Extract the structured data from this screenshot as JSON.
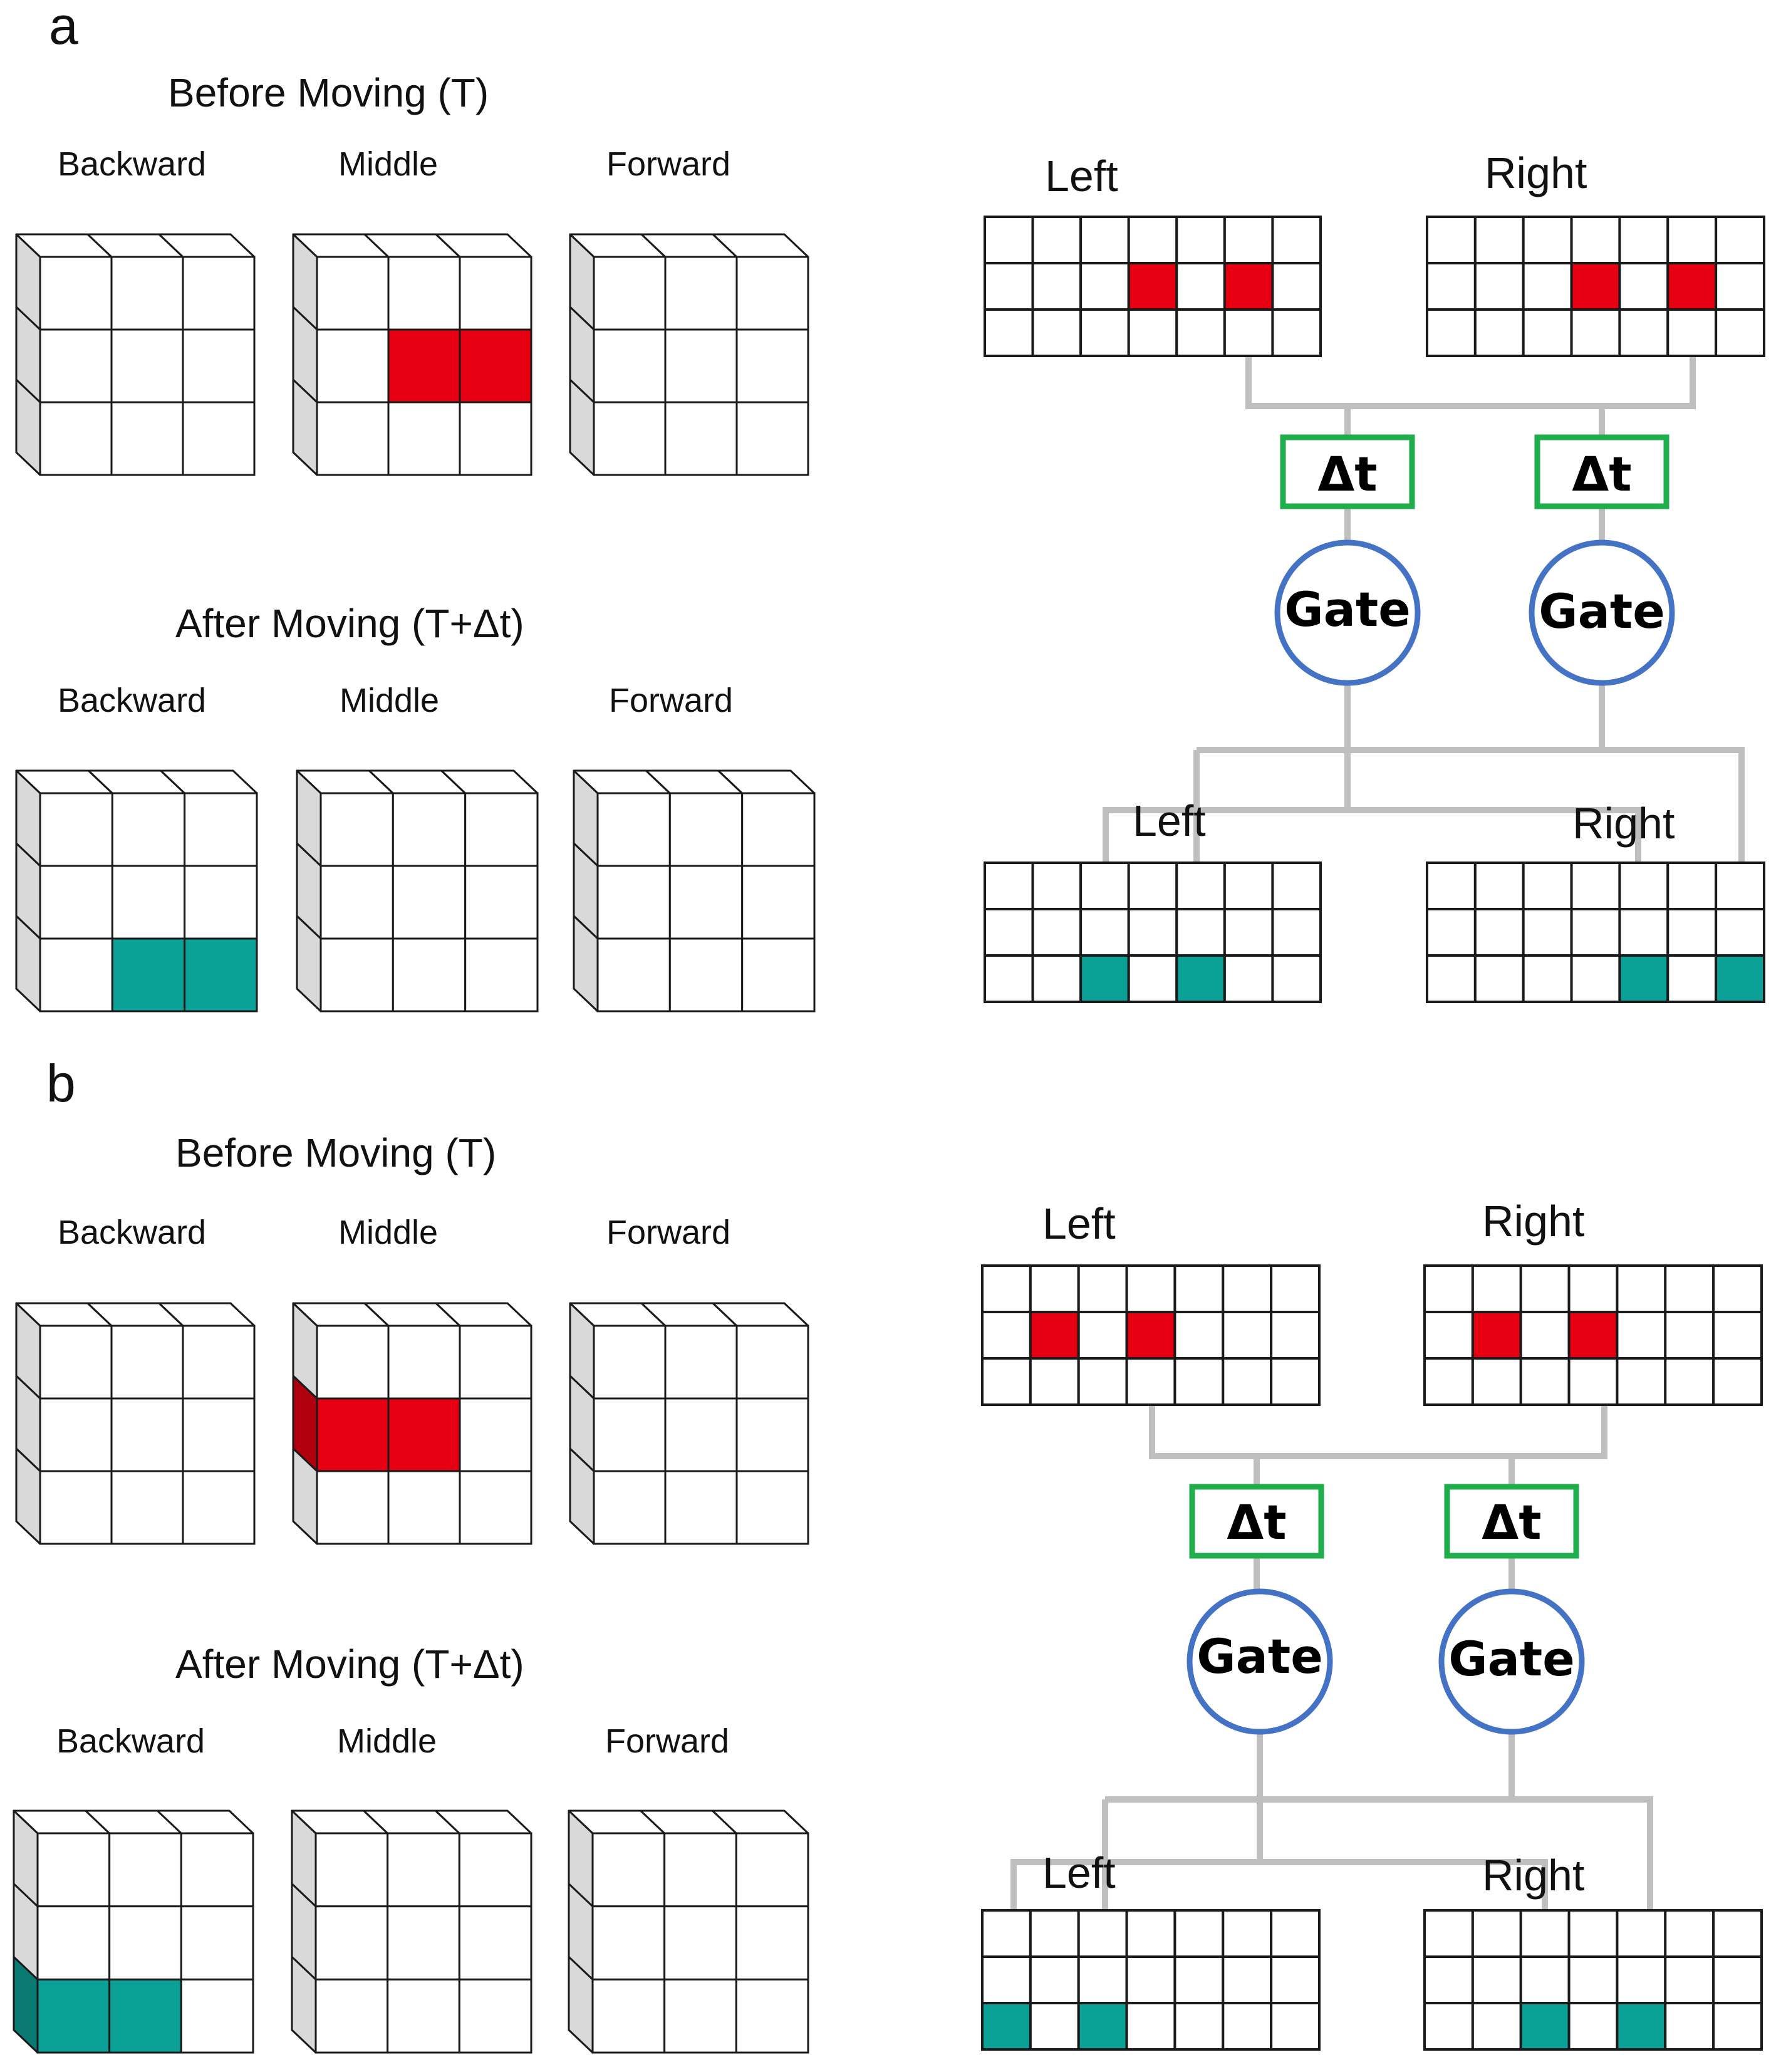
{
  "colors": {
    "active_before": "#e60012",
    "active_before_side": "#b0000d",
    "active_after": "#0ca196",
    "active_after_side": "#087a71",
    "side_face": "#d9d9d9",
    "grid_line": "#1a1a1a",
    "connector": "#bfbfbf",
    "dt_box": "#1fae4b",
    "gate_circle": "#4472c4"
  },
  "panels": [
    {
      "label": "a",
      "before_title": "Before Moving (T)",
      "after_title": "After Moving (T+Δt)",
      "before_cubes": [
        {
          "label": "Backward",
          "active_cells": [],
          "side_active_row": null
        },
        {
          "label": "Middle",
          "active_cells": [
            [
              1,
              1
            ],
            [
              1,
              2
            ]
          ],
          "side_active_row": null
        },
        {
          "label": "Forward",
          "active_cells": [],
          "side_active_row": null
        }
      ],
      "after_cubes": [
        {
          "label": "Backward",
          "active_cells": [
            [
              2,
              1
            ],
            [
              2,
              2
            ]
          ],
          "side_active_row": null
        },
        {
          "label": "Middle",
          "active_cells": [],
          "side_active_row": null
        },
        {
          "label": "Forward",
          "active_cells": [],
          "side_active_row": null
        }
      ],
      "top_grids": [
        {
          "label": "Left",
          "active_cells": [
            [
              1,
              3
            ],
            [
              1,
              5
            ]
          ]
        },
        {
          "label": "Right",
          "active_cells": [
            [
              1,
              3
            ],
            [
              1,
              5
            ]
          ]
        }
      ],
      "bottom_grids": [
        {
          "label": "Left",
          "active_cells": [
            [
              2,
              2
            ],
            [
              2,
              4
            ]
          ]
        },
        {
          "label": "Right",
          "active_cells": [
            [
              2,
              4
            ],
            [
              2,
              6
            ]
          ]
        }
      ],
      "dt_labels": [
        "Δt",
        "Δt"
      ],
      "gate_labels": [
        "Gate",
        "Gate"
      ]
    },
    {
      "label": "b",
      "before_title": "Before Moving (T)",
      "after_title": "After Moving (T+Δt)",
      "before_cubes": [
        {
          "label": "Backward",
          "active_cells": [],
          "side_active_row": null
        },
        {
          "label": "Middle",
          "active_cells": [
            [
              1,
              0
            ],
            [
              1,
              1
            ]
          ],
          "side_active_row": 1
        },
        {
          "label": "Forward",
          "active_cells": [],
          "side_active_row": null
        }
      ],
      "after_cubes": [
        {
          "label": "Backward",
          "active_cells": [
            [
              2,
              0
            ],
            [
              2,
              1
            ]
          ],
          "side_active_row": 2
        },
        {
          "label": "Middle",
          "active_cells": [],
          "side_active_row": null
        },
        {
          "label": "Forward",
          "active_cells": [],
          "side_active_row": null
        }
      ],
      "top_grids": [
        {
          "label": "Left",
          "active_cells": [
            [
              1,
              1
            ],
            [
              1,
              3
            ]
          ]
        },
        {
          "label": "Right",
          "active_cells": [
            [
              1,
              1
            ],
            [
              1,
              3
            ]
          ]
        }
      ],
      "bottom_grids": [
        {
          "label": "Left",
          "active_cells": [
            [
              2,
              0
            ],
            [
              2,
              2
            ]
          ]
        },
        {
          "label": "Right",
          "active_cells": [
            [
              2,
              2
            ],
            [
              2,
              4
            ]
          ]
        }
      ],
      "dt_labels": [
        "Δt",
        "Δt"
      ],
      "gate_labels": [
        "Gate",
        "Gate"
      ]
    }
  ]
}
